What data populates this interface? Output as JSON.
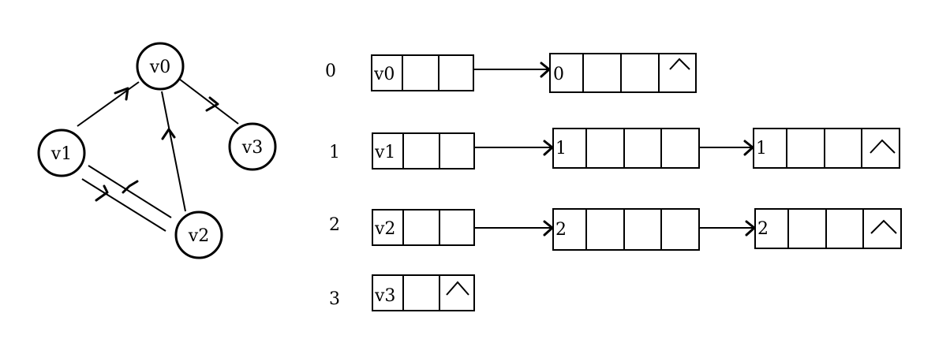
{
  "graph": {
    "nodes": [
      {
        "id": "v0",
        "label": "v0"
      },
      {
        "id": "v1",
        "label": "v1"
      },
      {
        "id": "v2",
        "label": "v2"
      },
      {
        "id": "v3",
        "label": "v3"
      }
    ],
    "edges": [
      {
        "from": "v1",
        "to": "v0"
      },
      {
        "from": "v0",
        "to": "v3"
      },
      {
        "from": "v2",
        "to": "v0"
      },
      {
        "from": "v1",
        "to": "v2"
      },
      {
        "from": "v2",
        "to": "v1"
      }
    ]
  },
  "list": {
    "rows": [
      {
        "index": "0",
        "head": "v0",
        "head_null": false,
        "arcs": [
          {
            "label": "0",
            "null": true
          }
        ]
      },
      {
        "index": "1",
        "head": "v1",
        "head_null": false,
        "arcs": [
          {
            "label": "1",
            "null": false
          },
          {
            "label": "1",
            "null": true
          }
        ]
      },
      {
        "index": "2",
        "head": "v2",
        "head_null": false,
        "arcs": [
          {
            "label": "2",
            "null": false
          },
          {
            "label": "2",
            "null": true
          }
        ]
      },
      {
        "index": "3",
        "head": "v3",
        "head_null": true,
        "arcs": []
      }
    ],
    "null_symbol": "^"
  }
}
